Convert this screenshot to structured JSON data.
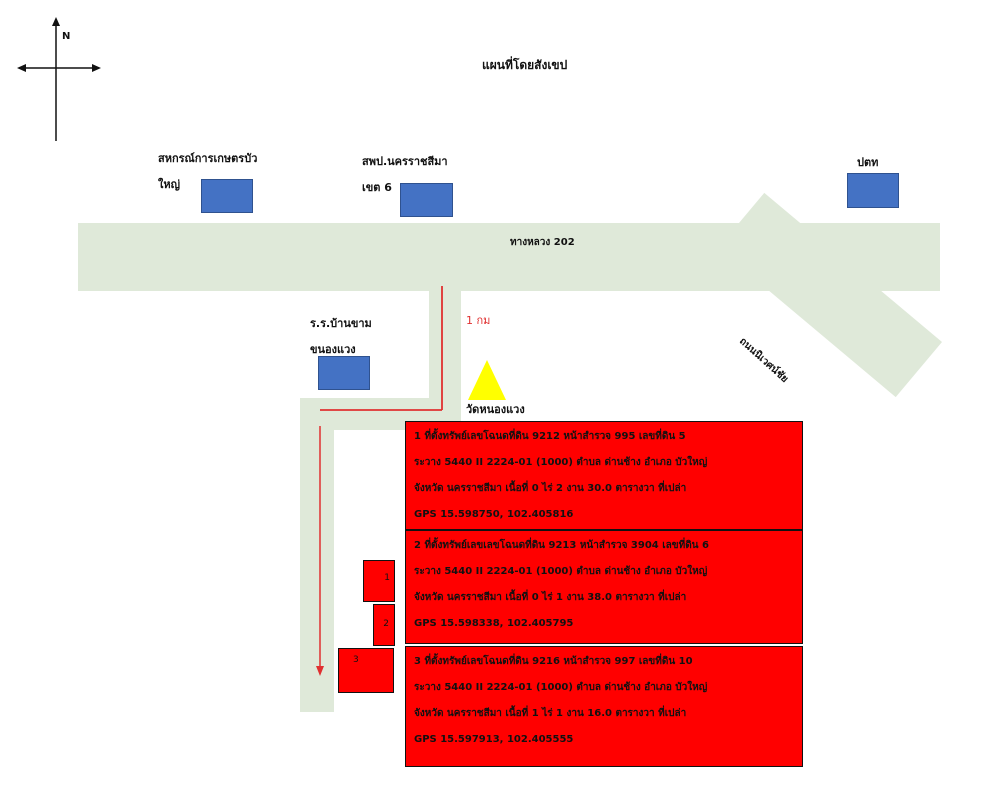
{
  "compass": {
    "north_label": "N"
  },
  "map_title": "แผนที่โดยสังเขป",
  "places": {
    "cooperative": {
      "line1": "สหกรณ์การเกษตรบัว",
      "line2": "ใหญ่"
    },
    "spk": {
      "line1": "สพป.นครราชสีมา",
      "line2": "เขต 6"
    },
    "pttp": {
      "line1": "ปตท"
    },
    "school": {
      "line1": "ร.ร.บ้านขาม",
      "line2": "ขนองแวง"
    },
    "temple": {
      "line1": "วัดหนองแวง"
    }
  },
  "roads": {
    "highway": "ทางหลวง 202",
    "nimit_road": "ถนนนิเวศน์ชัย"
  },
  "distance_label": "1 กม",
  "plots": [
    {
      "num": "1"
    },
    {
      "num": "2"
    },
    {
      "num": "3"
    }
  ],
  "details": [
    {
      "line1": "1 ที่ตั้งทรัพย์เลขโฉนดที่ดิน 9212 หน้าสำรวจ 995 เลขที่ดิน 5",
      "line2": "ระวาง 5440 II 2224-01 (1000) ตำบล ด่านช้าง อำเภอ บัวใหญ่",
      "line3": "จังหวัด นครราชสีมา เนื้อที่ 0 ไร่ 2 งาน 30.0 ตารางวา ที่เปล่า",
      "line4": "GPS 15.598750, 102.405816"
    },
    {
      "line1": "2 ที่ตั้งทรัพย์เลขเลขโฉนดที่ดิน 9213 หน้าสำรวจ 3904 เลขที่ดิน 6",
      "line2": "ระวาง 5440 II 2224-01 (1000) ตำบล ด่านช้าง อำเภอ บัวใหญ่",
      "line3": "จังหวัด นครราชสีมา เนื้อที่ 0 ไร่ 1 งาน 38.0 ตารางวา ที่เปล่า",
      "line4": "GPS 15.598338, 102.405795"
    },
    {
      "line1": "3 ที่ตั้งทรัพย์เลขโฉนดที่ดิน 9216 หน้าสำรวจ 997 เลขที่ดิน 10",
      "line2": "ระวาง 5440 II 2224-01 (1000) ตำบล ด่านช้าง อำเภอ บัวใหญ่",
      "line3": "จังหวัด นครราชสีมา เนื้อที่ 1 ไร่ 1 งาน 16.0 ตารางวา ที่เปล่า",
      "line4": "GPS 15.597913, 102.405555"
    }
  ],
  "colors": {
    "road": "#dfe9d9",
    "building": "#4472c4",
    "plot": "#ff0000",
    "route": "#e03030",
    "temple_marker": "#ffff00"
  }
}
